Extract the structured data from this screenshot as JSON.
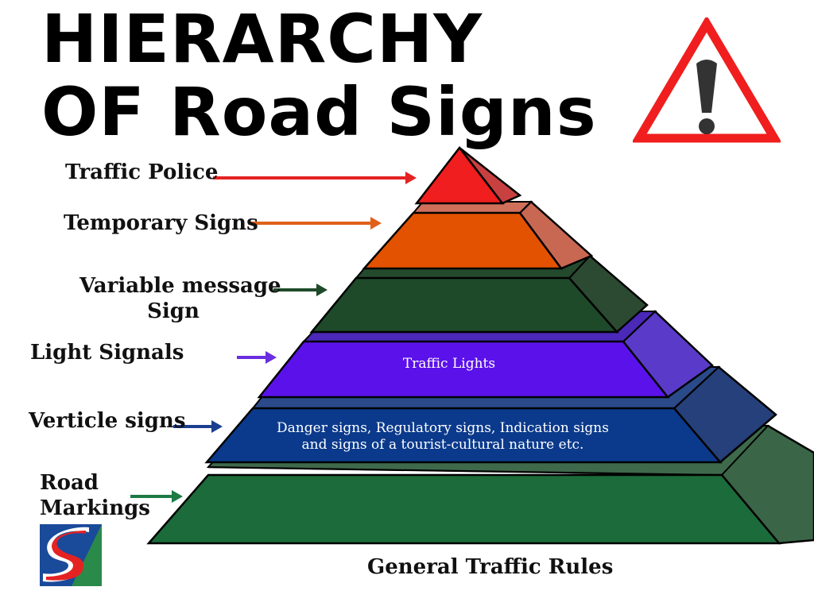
{
  "title": {
    "line1": "HIERARCHY",
    "line2": "OF Road Signs"
  },
  "levels": [
    {
      "label": "Traffic Police",
      "inner": "",
      "face": "#f01e1e",
      "side": "#c94040",
      "arrow": "#e52222"
    },
    {
      "label": "Temporary Signs",
      "inner": "",
      "face": "#e35200",
      "side": "#c96852",
      "arrow": "#e0601a"
    },
    {
      "label_line1": "Variable message",
      "label_line2": "Sign",
      "inner": "",
      "face": "#1e4a2a",
      "side": "#2c4a32",
      "arrow": "#1e4a2a"
    },
    {
      "label": "Light Signals",
      "inner": "Traffic Lights",
      "face": "#5b12ea",
      "side": "#5a3ac8",
      "arrow": "#6a2ee0"
    },
    {
      "label": "Verticle signs",
      "inner_line1": "Danger signs, Regulatory signs, Indication signs",
      "inner_line2": "and signs of a tourist-cultural nature etc.",
      "face": "#0b3a8c",
      "side": "#25407a",
      "arrow": "#1a3f8f"
    },
    {
      "label_line1": "Road",
      "label_line2": "Markings",
      "inner": "",
      "face": "#1c6b3a",
      "side": "#3a6647",
      "arrow": "#1e7a45"
    }
  ],
  "base_label": "General Traffic Rules",
  "warning_icon": {
    "name": "warning-triangle-icon",
    "border": "#f01e1e",
    "fill": "#ffffff",
    "mark": "#333333"
  },
  "logo": {
    "name": "road-logo-icon",
    "colors": [
      "#1a4a9a",
      "#e52222",
      "#2a8a4a",
      "#ffffff"
    ]
  }
}
